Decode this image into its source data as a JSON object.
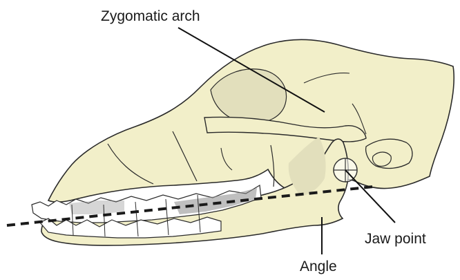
{
  "labels": {
    "zygomatic_arch": "Zygomatic arch",
    "jaw_point": "Jaw point",
    "angle": "Angle"
  },
  "colors": {
    "bone_fill": "#f2efc9",
    "bone_shade": "#e2dfbc",
    "outline": "#2a2a2a",
    "teeth_gray": "#8a8a8a",
    "leader": "#111111"
  }
}
